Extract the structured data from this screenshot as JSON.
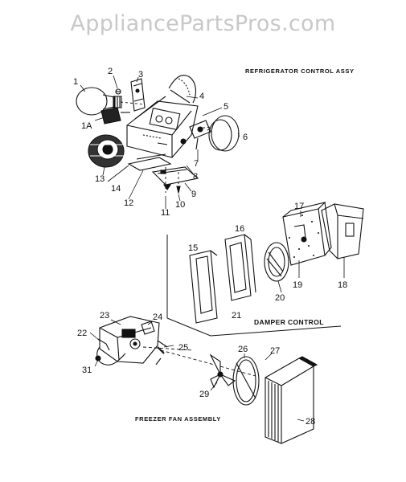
{
  "watermark": "AppliancePartsPros.com",
  "titles": {
    "refrigerator_control": "REFRIGERATOR CONTROL ASSY",
    "damper_control": "DAMPER CONTROL",
    "freezer_fan": "FREEZER FAN ASSEMBLY"
  },
  "callouts": {
    "c1": "1",
    "c1a": "1A",
    "c2": "2",
    "c3": "3",
    "c4": "4",
    "c5": "5",
    "c6": "6",
    "c7": "7",
    "c8": "8",
    "c9": "9",
    "c10": "10",
    "c11": "11",
    "c12": "12",
    "c13": "13",
    "c14": "14",
    "c15": "15",
    "c16": "16",
    "c17": "17",
    "c18": "18",
    "c19": "19",
    "c20": "20",
    "c21": "21",
    "c22": "22",
    "c23": "23",
    "c24": "24",
    "c25": "25",
    "c26": "26",
    "c27": "27",
    "c28": "28",
    "c29": "29",
    "c31": "31"
  }
}
